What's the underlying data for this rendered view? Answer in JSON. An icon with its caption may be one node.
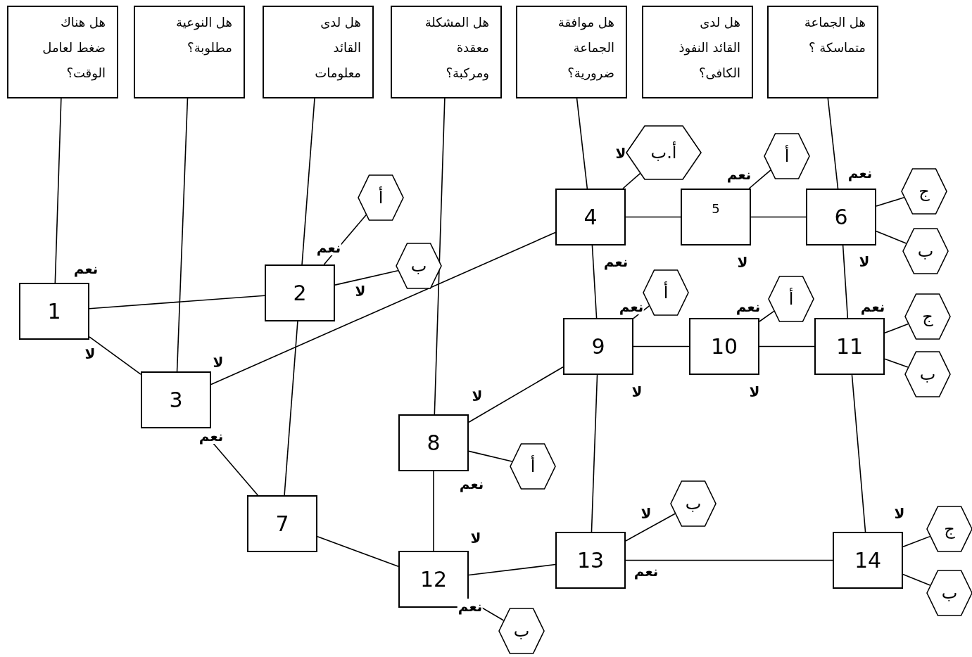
{
  "diagram": {
    "nodes": [
      {
        "text": [
          "هل هناك ضغط لعامل الوقت؟"
        ]
      },
      {
        "text": [
          "هل النوعية مطلوبة؟"
        ]
      },
      {
        "text": [
          "هل لدى القائد معلومات"
        ]
      },
      {
        "text": [
          "هل المشكلة معقدة ومركبة؟"
        ]
      },
      {
        "text": [
          "هل موافقة الجماعة ضرورية؟"
        ]
      },
      {
        "text": [
          "هل لدى القائد النفوذ الكافى؟"
        ]
      },
      {
        "text": [
          "هل الجماعة متماسكة ؟"
        ]
      },
      {
        "text": [
          "1"
        ]
      },
      {
        "text": [
          "2"
        ]
      },
      {
        "text": [
          "3"
        ]
      },
      {
        "text": [
          "4"
        ]
      },
      {
        "text": [
          "5"
        ]
      },
      {
        "text": [
          "6"
        ]
      },
      {
        "text": [
          "7"
        ]
      },
      {
        "text": [
          "8"
        ]
      },
      {
        "text": [
          "9"
        ]
      },
      {
        "text": [
          "10"
        ]
      },
      {
        "text": [
          "11"
        ]
      },
      {
        "text": [
          "12"
        ]
      },
      {
        "text": [
          "13"
        ]
      },
      {
        "text": [
          "14"
        ]
      },
      {
        "text": [
          "أ.ب"
        ]
      },
      {
        "text": [
          "أ"
        ]
      },
      {
        "text": [
          "أ"
        ]
      },
      {
        "text": [
          "ج"
        ]
      },
      {
        "text": [
          "ب"
        ]
      },
      {
        "text": [
          "ب"
        ]
      },
      {
        "text": [
          "أ"
        ]
      },
      {
        "text": [
          "أ"
        ]
      },
      {
        "text": [
          "ج"
        ]
      },
      {
        "text": [
          "ب"
        ]
      },
      {
        "text": [
          "أ"
        ]
      },
      {
        "text": [
          "ب"
        ]
      },
      {
        "text": [
          "ج"
        ]
      },
      {
        "text": [
          "ب"
        ]
      },
      {
        "text": [
          "ب"
        ]
      }
    ],
    "edges": [
      {
        "from": 0,
        "to": 7,
        "arrow": "none"
      },
      {
        "from": 1,
        "to": 9,
        "arrow": "none"
      },
      {
        "from": 2,
        "to": 8,
        "arrow": "none"
      },
      {
        "from": 8,
        "to": 13,
        "arrow": "none"
      },
      {
        "from": 3,
        "to": 14,
        "arrow": "none"
      },
      {
        "from": 14,
        "to": 18,
        "arrow": "none",
        "label": "نعم"
      },
      {
        "from": 4,
        "to": 10,
        "arrow": "none"
      },
      {
        "from": 10,
        "to": 15,
        "arrow": "none",
        "label": "نعم"
      },
      {
        "from": 15,
        "to": 19,
        "arrow": "none",
        "label": "لا"
      },
      {
        "from": 6,
        "to": 12,
        "arrow": "none",
        "label": "نعم"
      },
      {
        "from": 12,
        "to": 17,
        "arrow": "none",
        "label": "لا"
      },
      {
        "from": 17,
        "to": 20,
        "arrow": "none",
        "label": "لا"
      },
      {
        "from": 7,
        "to": 8,
        "arrow": "none",
        "label": "نعم"
      },
      {
        "from": 7,
        "to": 9,
        "arrow": "none",
        "label": "لا"
      },
      {
        "from": 8,
        "to": 23,
        "arrow": "none",
        "label": "نعم"
      },
      {
        "from": 8,
        "to": 26,
        "arrow": "none",
        "label": "لا"
      },
      {
        "from": 9,
        "to": 13,
        "arrow": "none",
        "label": "نعم"
      },
      {
        "from": 9,
        "to": 10,
        "arrow": "none",
        "label": "لا"
      },
      {
        "from": 10,
        "to": 21,
        "arrow": "none",
        "label": "لا"
      },
      {
        "from": 10,
        "to": 11,
        "arrow": "none"
      },
      {
        "from": 11,
        "to": 22,
        "arrow": "none",
        "label": "نعم"
      },
      {
        "from": 11,
        "to": 12,
        "arrow": "none",
        "label": "لا"
      },
      {
        "from": 12,
        "to": 24,
        "arrow": "none"
      },
      {
        "from": 12,
        "to": 25,
        "arrow": "none"
      },
      {
        "from": 15,
        "to": 27,
        "arrow": "none",
        "label": "نعم"
      },
      {
        "from": 15,
        "to": 16,
        "arrow": "none"
      },
      {
        "from": 16,
        "to": 28,
        "arrow": "none",
        "label": "نعم"
      },
      {
        "from": 16,
        "to": 17,
        "arrow": "none",
        "label": "لا"
      },
      {
        "from": 17,
        "to": 29,
        "arrow": "none"
      },
      {
        "from": 17,
        "to": 30,
        "arrow": "none"
      },
      {
        "from": 14,
        "to": 15,
        "arrow": "none",
        "label": "لا"
      },
      {
        "from": 14,
        "to": 31,
        "arrow": "none"
      },
      {
        "from": 13,
        "to": 18,
        "arrow": "none"
      },
      {
        "from": 18,
        "to": 19,
        "arrow": "none",
        "label": "لا"
      },
      {
        "from": 18,
        "to": 35,
        "arrow": "none",
        "label": "نعم"
      },
      {
        "from": 19,
        "to": 32,
        "arrow": "none",
        "label": "لا"
      },
      {
        "from": 19,
        "to": 20,
        "arrow": "none",
        "label": "نعم"
      },
      {
        "from": 20,
        "to": 33,
        "arrow": "none"
      },
      {
        "from": 20,
        "to": 34,
        "arrow": "none"
      }
    ],
    "labels": [
      "نعم"
    ]
  }
}
